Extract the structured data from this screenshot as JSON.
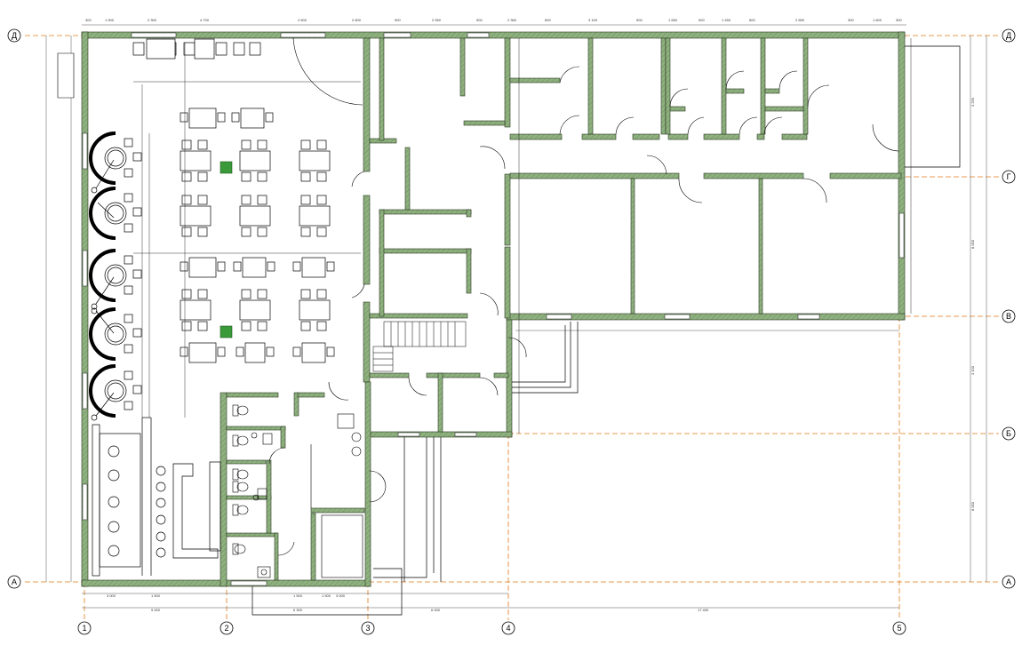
{
  "axes": {
    "horizontal": [
      "Д",
      "Г",
      "В",
      "Б",
      "А"
    ],
    "vertical": [
      "1",
      "2",
      "3",
      "4",
      "5"
    ]
  },
  "dimensions": {
    "top": [
      "300",
      "1 900",
      "2 300",
      "4 700",
      "2 600",
      "2 600",
      "900",
      "2 550",
      "900",
      "2 360",
      "600",
      "3 100",
      "900",
      "1 650",
      "500",
      "1 450",
      "600",
      "2 650",
      "300",
      "1 600",
      "300"
    ],
    "bottom": [
      "3 000",
      "1 500",
      "1 500",
      "1 500",
      "3 000",
      "9 000",
      "6 300",
      "6 000",
      "17 400"
    ],
    "right": [
      "3 250",
      "8 000",
      "3 100",
      "8 000"
    ]
  },
  "colors": {
    "wall_fill": "#8fb07f",
    "wall_stroke": "#2a3a22",
    "axis": "#e07a1a",
    "planter": "#3a9a3a"
  }
}
